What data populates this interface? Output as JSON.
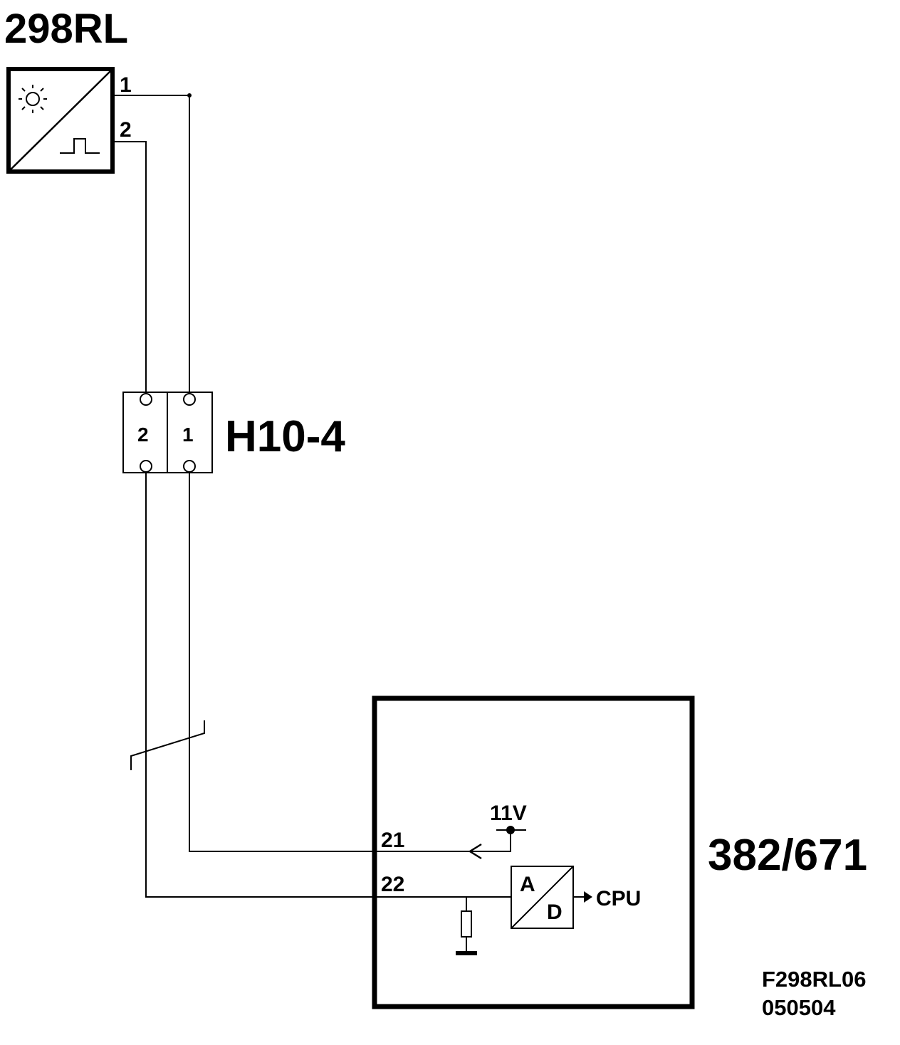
{
  "sensor": {
    "label": "298RL",
    "pin1": "1",
    "pin2": "2",
    "icons": [
      "sun-icon",
      "pulse-icon"
    ]
  },
  "connector": {
    "label": "H10-4",
    "pins": [
      "2",
      "1"
    ]
  },
  "ecu": {
    "label": "382/671",
    "pin21": "21",
    "pin22": "22",
    "supply": "11V",
    "adc_a": "A",
    "adc_d": "D",
    "cpu": "CPU"
  },
  "drawing": {
    "code": "F298RL06",
    "date": "050504"
  }
}
